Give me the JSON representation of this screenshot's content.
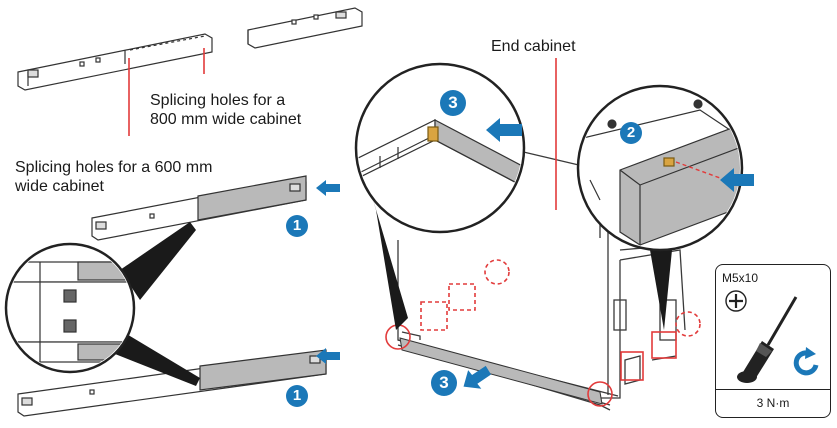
{
  "labels": {
    "end_cabinet": "End cabinet",
    "holes_800_line1": "Splicing holes for a",
    "holes_800_line2": "800 mm wide cabinet",
    "holes_600_line1": "Splicing holes for a 600 mm",
    "holes_600_line2": "wide cabinet"
  },
  "steps": {
    "step1_top": "1",
    "step1_bottom": "1",
    "step2": "2",
    "step3_zoom": "3",
    "step3_main": "3"
  },
  "toolbox": {
    "screw_spec": "M5x10",
    "torque": "3 N·m"
  },
  "colors": {
    "accent_blue": "#1b78b8",
    "highlight_red": "#e23b3b",
    "line": "#3a3a3a",
    "rail_fill": "#b9b9b9"
  },
  "icons": [
    "phillips-screw-icon",
    "screwdriver-icon",
    "clockwise-rotation-icon",
    "push-arrow-icon"
  ]
}
